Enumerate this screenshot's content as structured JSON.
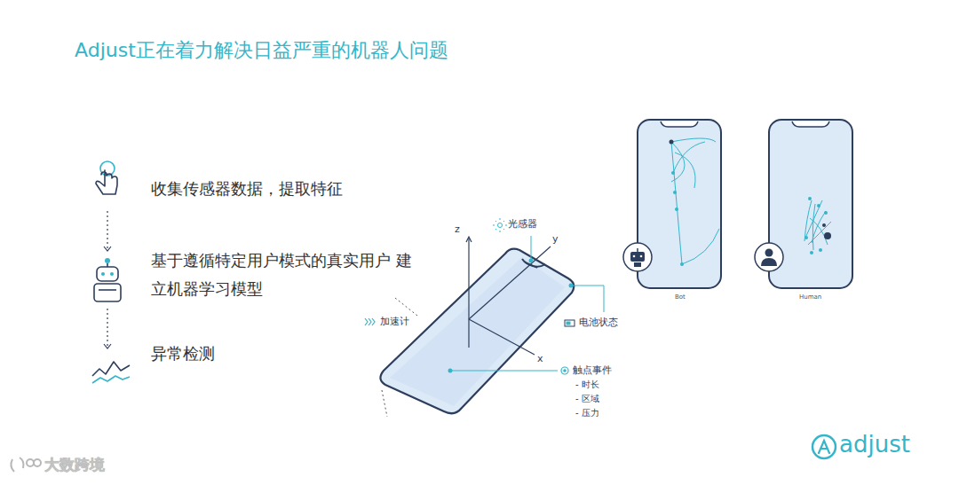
{
  "diagram": {
    "title": "Adjust正在着力解决日益严重的机器人问题",
    "labels": [
      "收集传感器数据，提取特征",
      "基于遵循特定用户模式的真实用户 建立机器学习模型",
      "异常检测",
      "z",
      "y",
      "x",
      "光感器",
      "加速计",
      "电池状态",
      "触点事件",
      "- 时长",
      "- 区域",
      "- 压力",
      "Bot",
      "Human",
      "adjust",
      "大数跨境"
    ]
  }
}
